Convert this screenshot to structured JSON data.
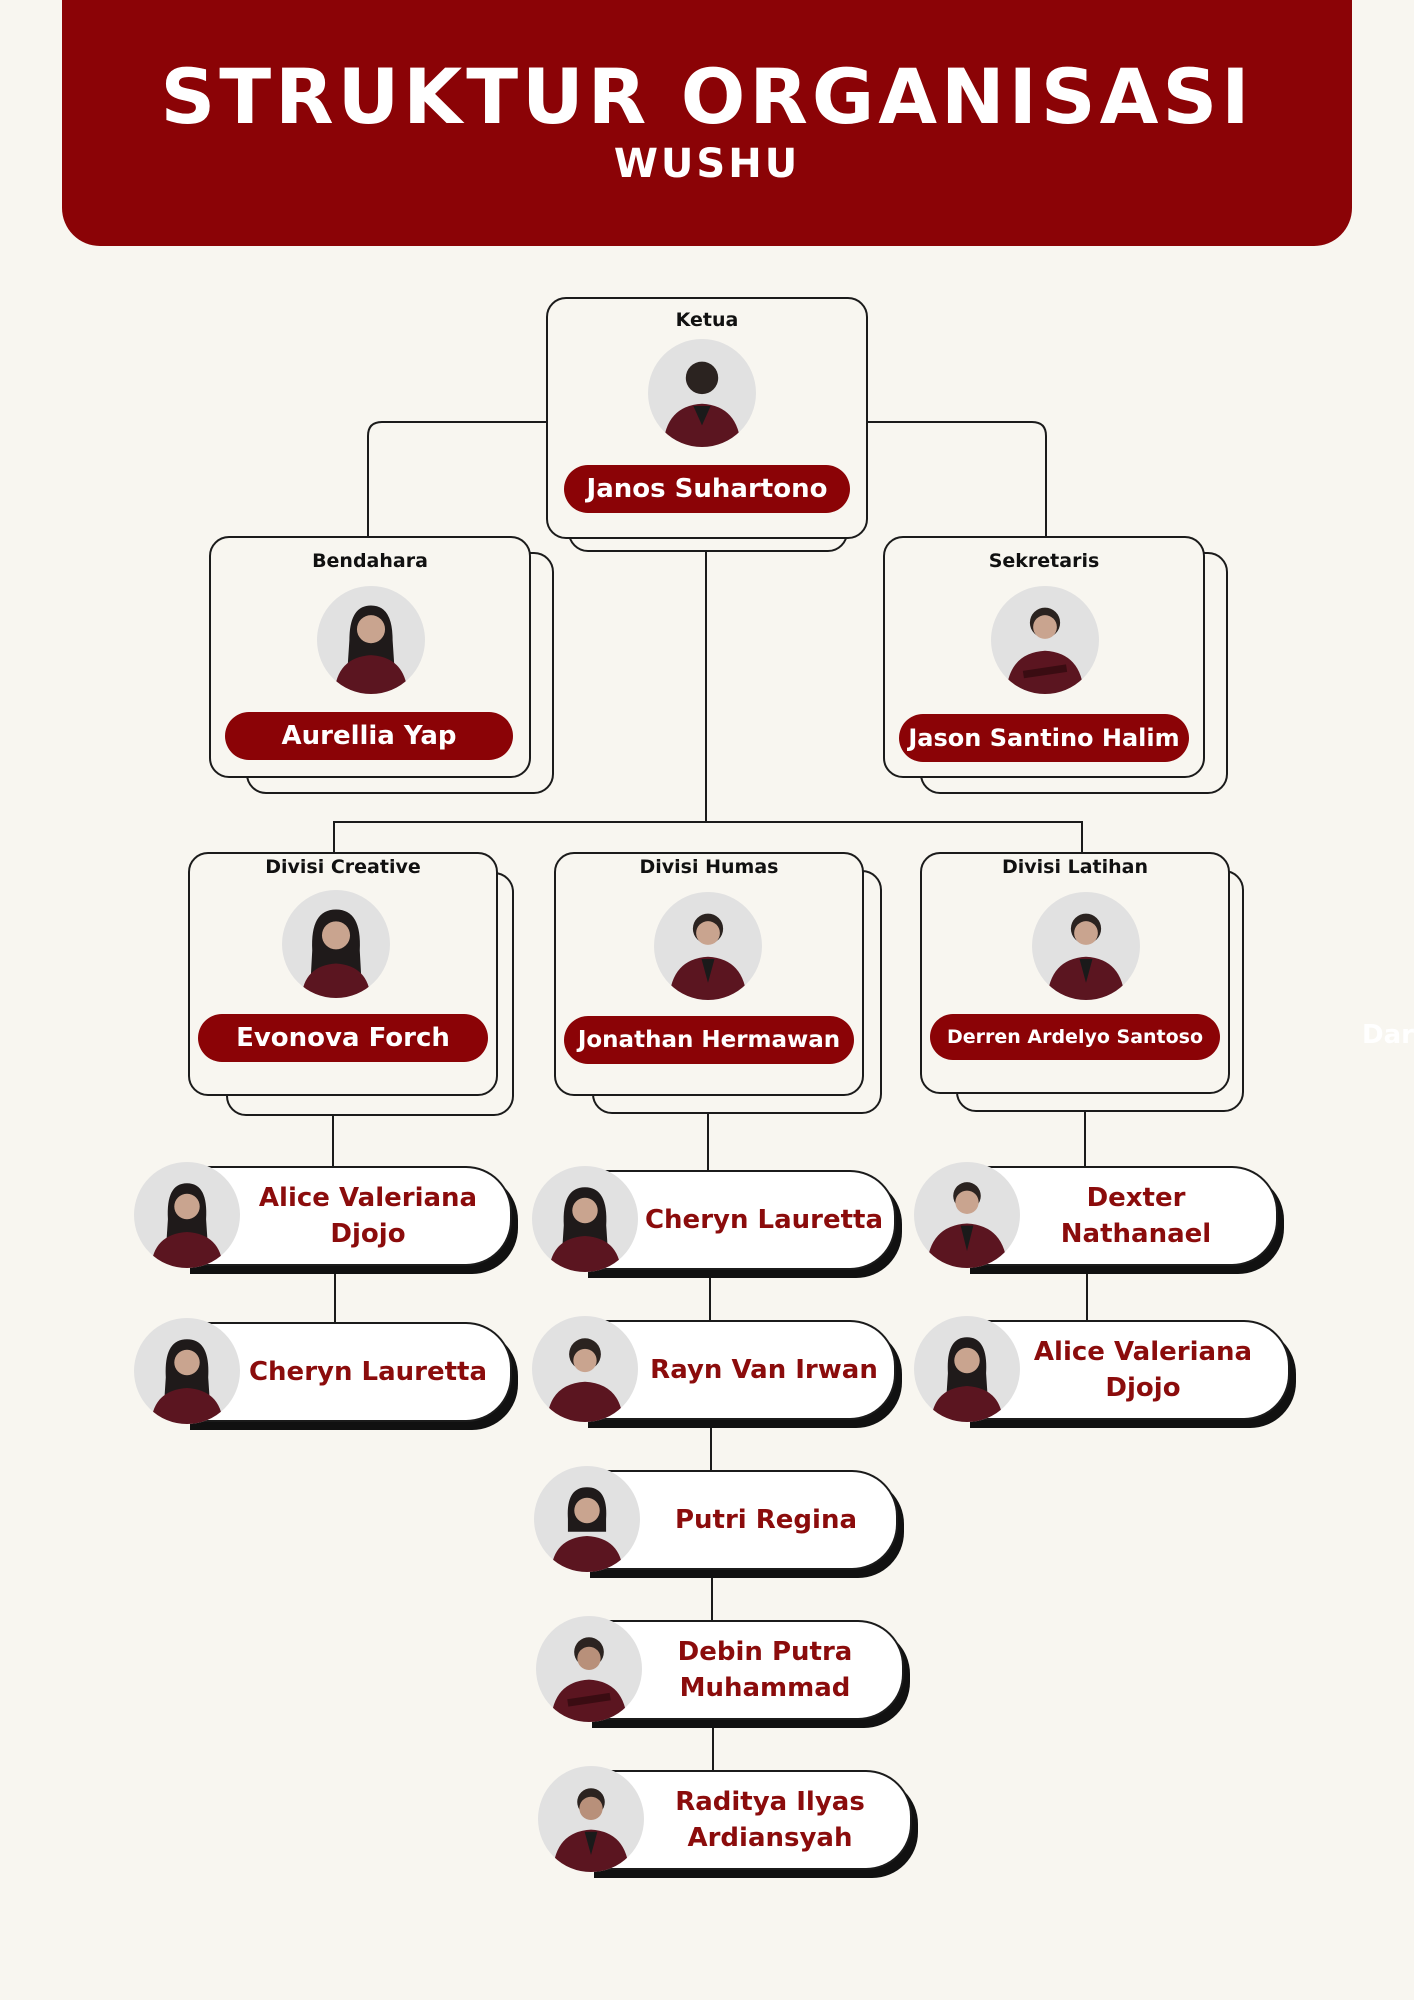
{
  "header": {
    "title": "STRUKTUR ORGANISASI",
    "subtitle": "WUSHU"
  },
  "colors": {
    "primary": "#8b0306",
    "name_text": "#8b0c0c",
    "background": "#f8f6f0",
    "line": "#1b1b1b"
  },
  "ketua": {
    "role": "Ketua",
    "name": "Janos Suhartono",
    "icon": "person-photo-icon"
  },
  "bendahara": {
    "role": "Bendahara",
    "name": "Aurellia Yap",
    "icon": "person-photo-icon"
  },
  "sekretaris": {
    "role": "Sekretaris",
    "name": "Jason Santino Halim",
    "icon": "person-photo-icon"
  },
  "divisions": {
    "creative": {
      "role": "Divisi Creative",
      "head": "Evonova Forch",
      "members": [
        "Alice Valeriana Djojo",
        "Cheryn Lauretta"
      ]
    },
    "humas": {
      "role": "Divisi Humas",
      "head": "Jonathan Hermawan",
      "members": [
        "Cheryn Lauretta",
        "Rayn Van Irwan",
        "Putri Regina",
        "Debin Putra Muhammad",
        "Raditya Ilyas Ardiansyah"
      ]
    },
    "latihan": {
      "role": "Divisi Latihan",
      "head": "Derren Ardelyo Santoso",
      "members": [
        "Dexter Nathanael",
        "Alice Valeriana Djojo"
      ]
    }
  },
  "overflow_text": "Dar"
}
